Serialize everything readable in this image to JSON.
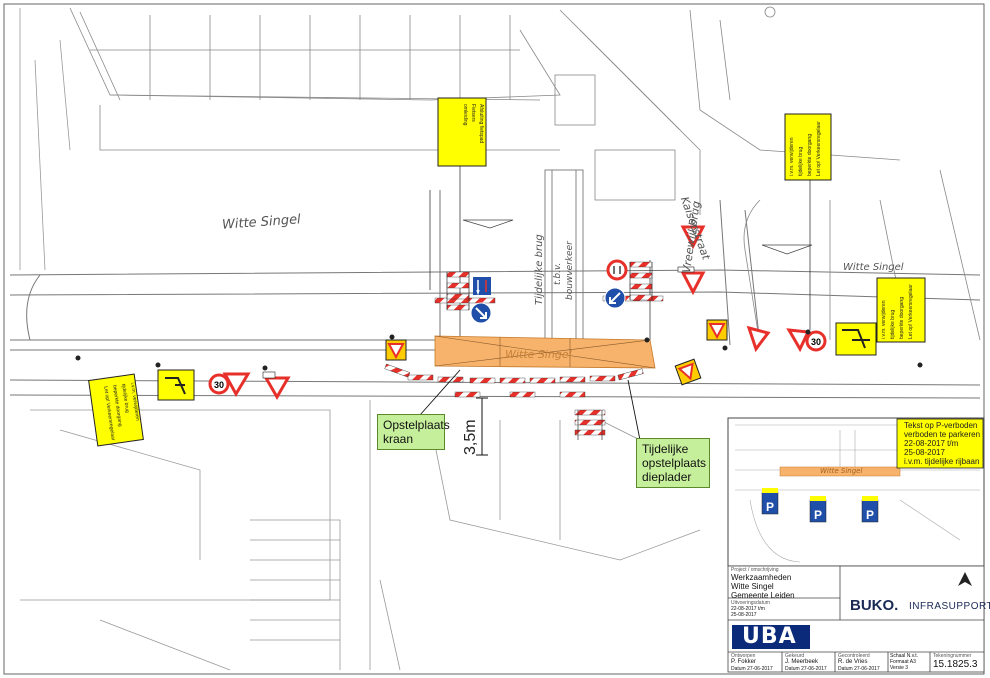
{
  "streets": {
    "witte_singel_left": "Witte Singel",
    "witte_singel_right": "Witte Singel",
    "witte_singel_road": "Witte Singel",
    "vreewijkbrug": "Vreewijkbrug",
    "kaiserstraat": "Kaiserstraat",
    "temp_bridge": "Tijdelijke brug",
    "temp_bridge_sub": "t.b.v.",
    "temp_bridge_sub2": "bouwverkeer"
  },
  "dimension": "3,5m",
  "callouts": {
    "crane": "Opstelplaats kraan",
    "loader": "Tijdelijke opstelplaats dieplader"
  },
  "yellow_signs": {
    "top_center": [
      "Afsluiting fietspad",
      "Fietsers",
      "omleiding"
    ],
    "top_right": [
      "i.v.m. verwijderen",
      "tijdelijke brug",
      "beperkte doorgang",
      "Let op! Verkeersregelaar"
    ],
    "right": [
      "i.v.m. verwijderen",
      "tijdelijke brug",
      "beperkte doorgang",
      "Let op! Verkeersregelaar"
    ],
    "left": [
      "i.v.m. verwijderen",
      "tijdelijke brug",
      "beperkte doorgang",
      "Let op! Verkeersregelaar"
    ]
  },
  "speed_limit": "30",
  "inset": {
    "road_label": "Witte Singel",
    "note_lines": [
      "Tekst op P-verboden",
      "verboden te parkeren",
      "22-08-2017 t/m",
      "25-08-2017",
      "i.v.m. tijdelijke rijbaan"
    ]
  },
  "title_block": {
    "project_label": "Project / omschrijving",
    "project_lines": [
      "Werkzaamheden",
      "Witte Singel",
      "Gemeente Leiden"
    ],
    "period_label": "Uitvoeringsdatum",
    "period_lines": [
      "22-08-2017 t/m",
      "25-08-2017"
    ],
    "brand": "BUKO.",
    "brand_sub": "INFRASUPPORT",
    "client_logo": "UBA",
    "drawn_label": "Ontworpen",
    "drawn_by": "P. Fokker",
    "drawn_date_label": "Datum",
    "drawn_date": "27-06-2017",
    "checked_label": "Gekeurd",
    "checked_by": "J. Meerbeek",
    "checked_date": "27-06-2017",
    "approved_label": "Gecontroleerd",
    "approved_by": "R. de Vries",
    "approved_date": "27-06-2017",
    "scale_label": "Schaal",
    "scale": "N.v.t.",
    "format_label": "Formaat",
    "format": "A3",
    "version_label": "Versie",
    "version": "3",
    "number_label": "Tekeningnummer",
    "number": "15.1825.3"
  },
  "colors": {
    "work_zone": "#f7b36b",
    "sign_yellow": "#ffff00",
    "callout_green": "#c6ef9b",
    "barrier_red": "#e8302a",
    "sign_blue": "#1f4fa8",
    "uba_blue": "#0c2a7a"
  }
}
